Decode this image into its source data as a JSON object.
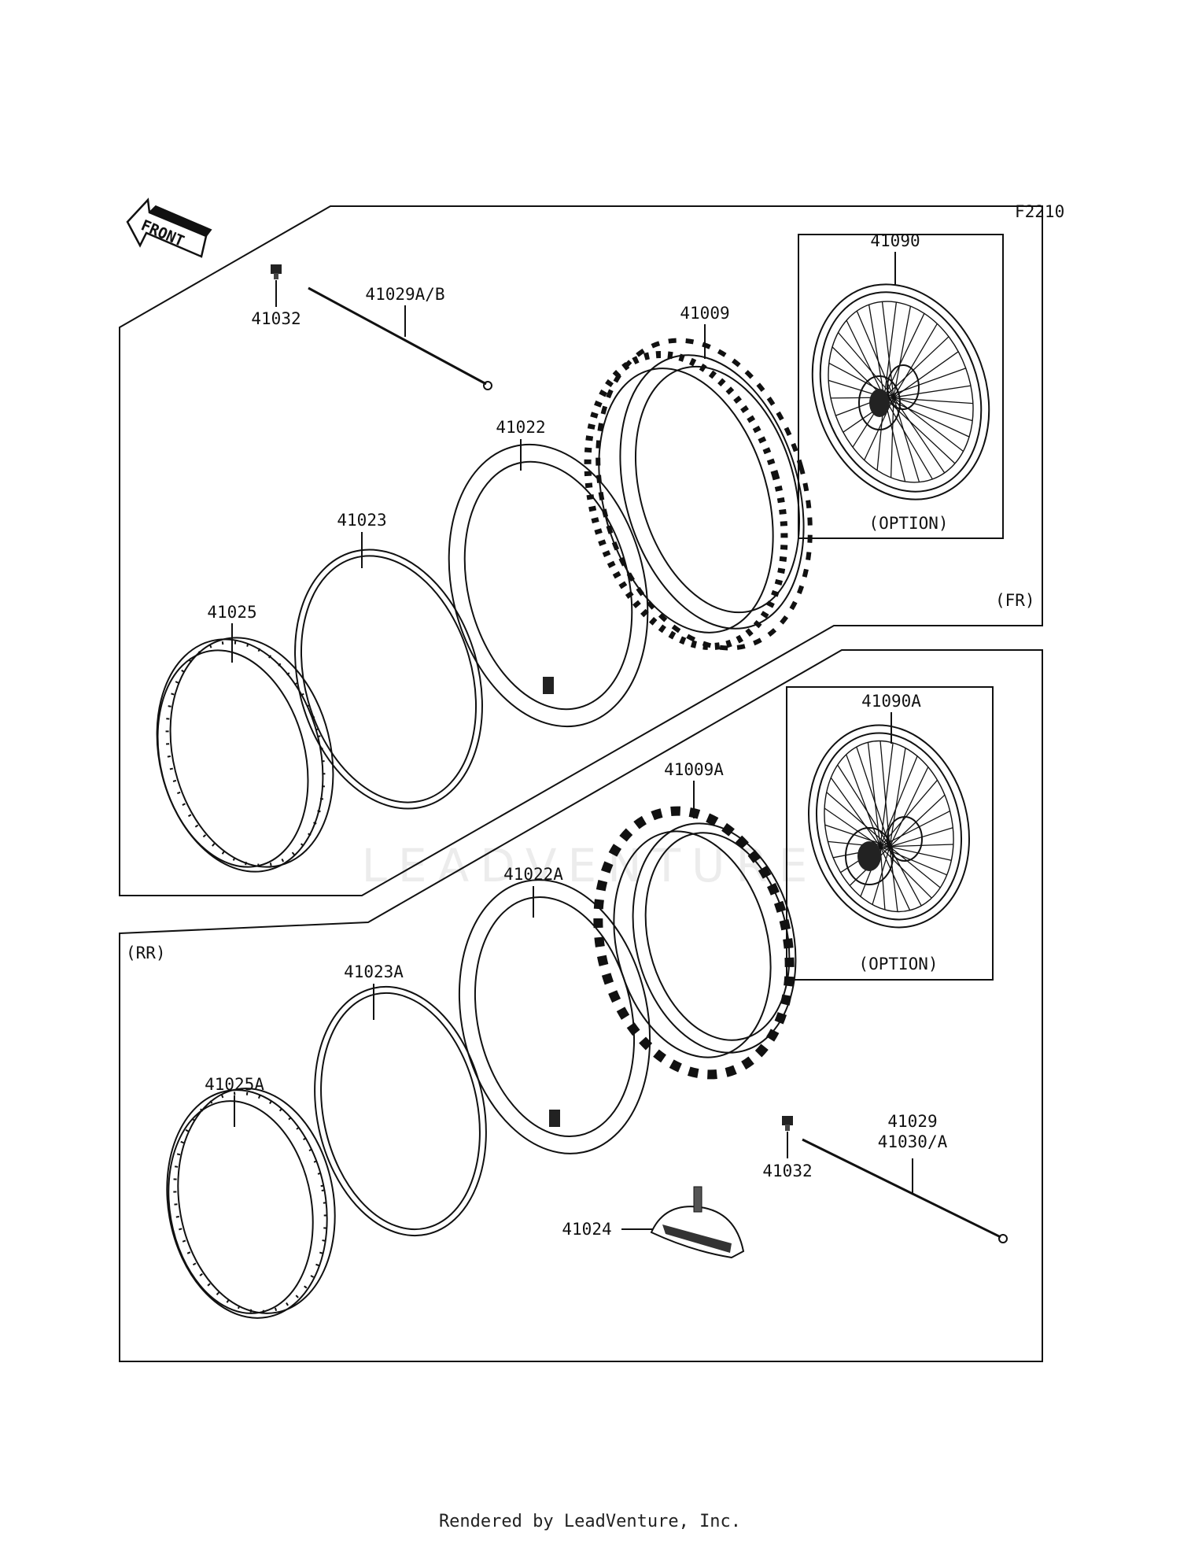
{
  "diagram": {
    "figure_code": "F2210",
    "front_arrow_label": "FRONT",
    "watermark": "LEADVENTURE",
    "sections": {
      "front": {
        "tag": "(FR)",
        "option_label": "(OPTION)"
      },
      "rear": {
        "tag": "(RR)",
        "option_label": "(OPTION)"
      }
    },
    "front_parts": {
      "wheel": "41090",
      "tire": "41009",
      "tube": "41022",
      "rim_band": "41023",
      "rim": "41025",
      "valve_cap": "41032",
      "spoke": "41029A/B"
    },
    "rear_parts": {
      "wheel": "41090A",
      "tire": "41009A",
      "tube": "41022A",
      "rim_band": "41023A",
      "rim": "41025A",
      "valve_cap": "41032",
      "spoke_1": "41029",
      "spoke_2": "41030/A",
      "rim_lock": "41024"
    }
  },
  "footer": {
    "text": "Rendered by LeadVenture, Inc."
  }
}
